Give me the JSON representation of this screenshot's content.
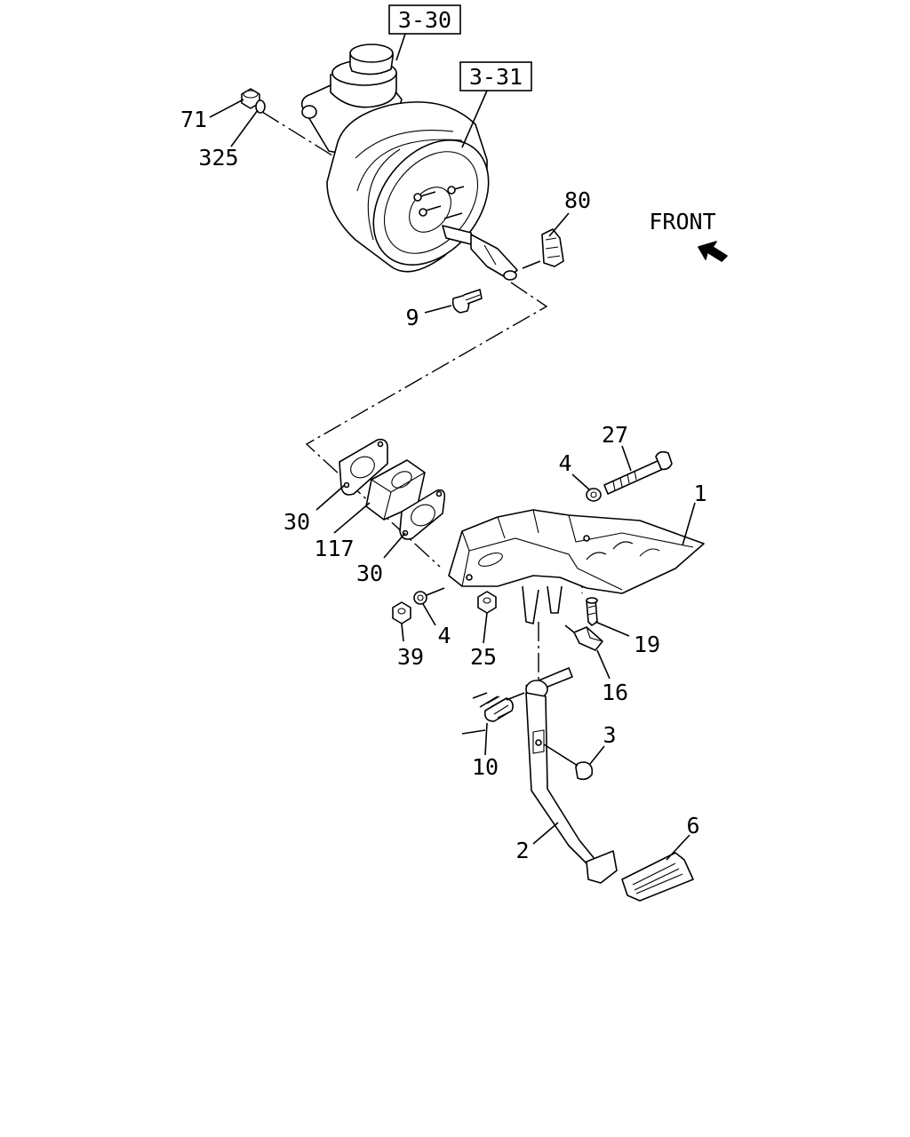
{
  "diagram": {
    "orientation_label": "FRONT",
    "references": [
      "3-30",
      "3-31"
    ],
    "callouts": [
      "71",
      "325",
      "80",
      "9",
      "27",
      "4",
      "1",
      "30",
      "117",
      "30",
      "4",
      "39",
      "25",
      "19",
      "16",
      "3",
      "10",
      "6",
      "2"
    ]
  }
}
